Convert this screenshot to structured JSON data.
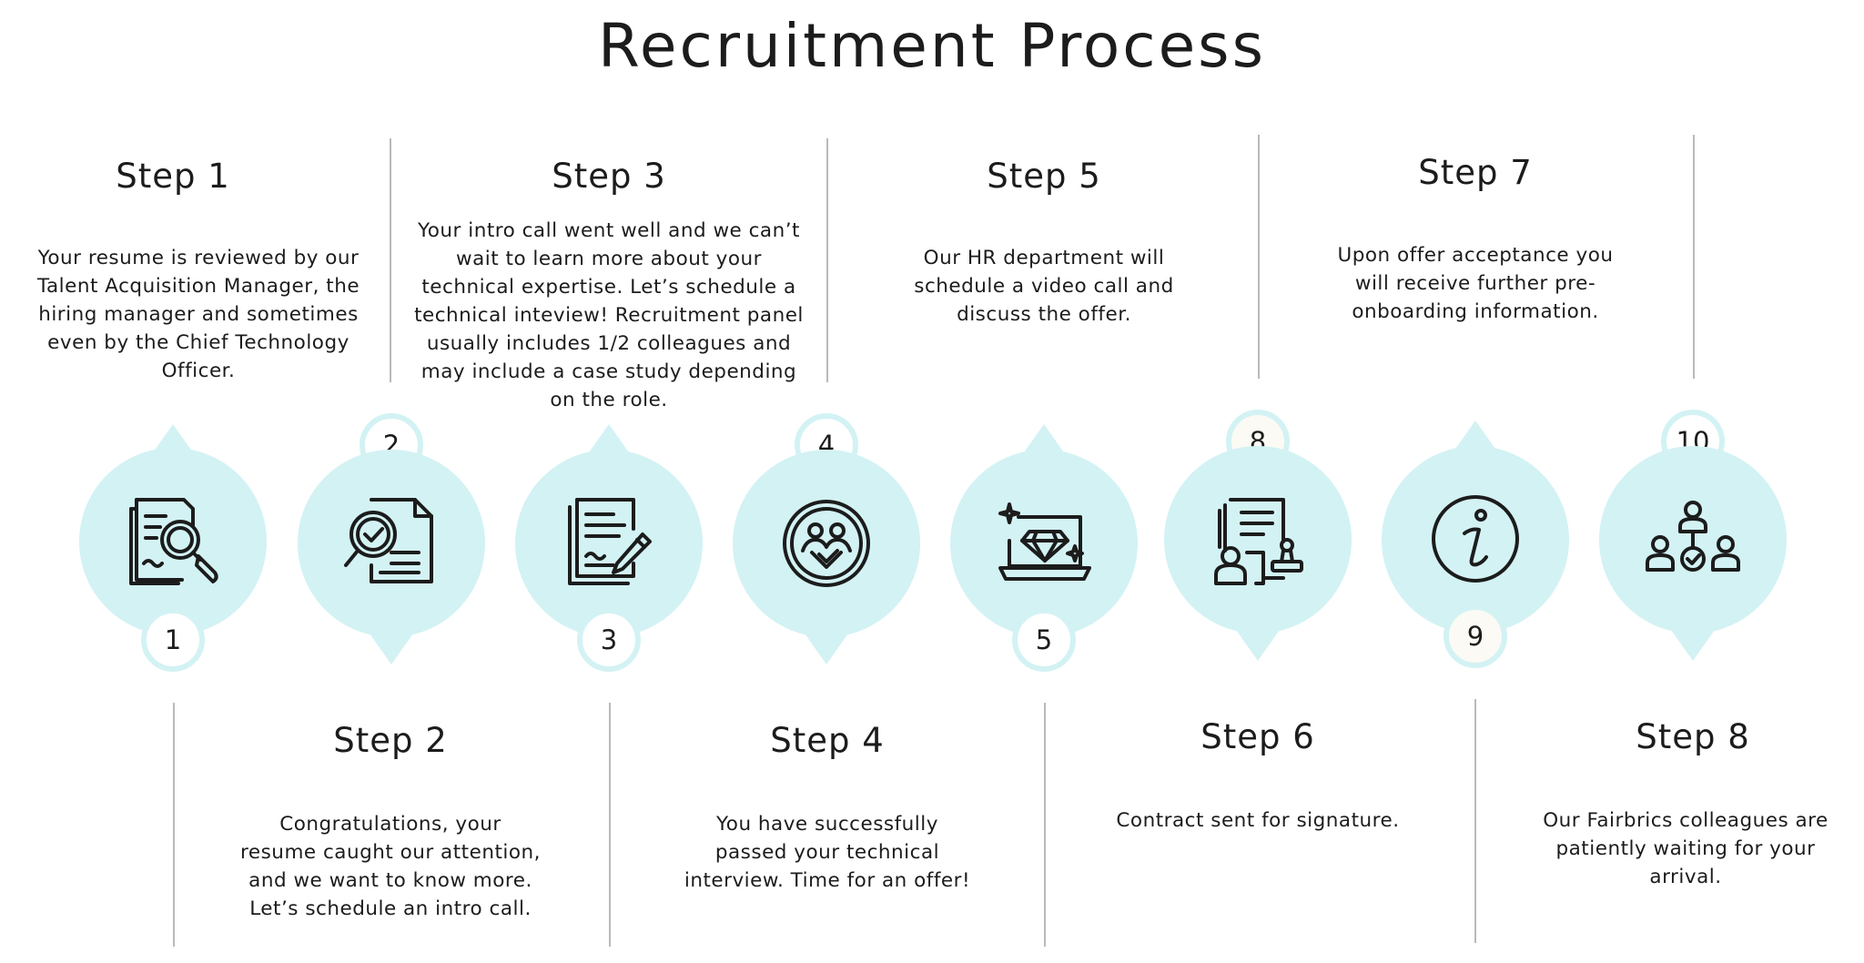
{
  "title": "Recruitment Process",
  "colors": {
    "bubble": "#d3f2f4",
    "divider": "#b9b9b9",
    "text": "#1c1c1c",
    "badge_alt": "#fbfaf4"
  },
  "steps": [
    {
      "heading": "Step 1",
      "text": [
        "Your resume is reviewed by our",
        "Talent Acquisition Manager, the",
        "hiring manager and sometimes",
        "even by the Chief Technology",
        "Officer."
      ]
    },
    {
      "heading": "Step 2",
      "text": [
        "Congratulations, your",
        "resume caught our attention,",
        "and we want  to know more.",
        "Let’s schedule an intro call."
      ]
    },
    {
      "heading": "Step 3",
      "text": [
        "Your intro call went well and we can’t",
        "wait to learn more about your",
        "technical expertise. Let’s schedule a",
        "technical inteview! Recruitment panel",
        "usually includes 1/2 colleagues and",
        "may include a case study depending",
        "on the role."
      ]
    },
    {
      "heading": "Step 4",
      "text": [
        "You have successfully",
        "passed your technical",
        "interview. Time for an offer!"
      ]
    },
    {
      "heading": "Step 5",
      "text": [
        "Our HR department will",
        "schedule a video call and",
        "discuss the offer."
      ]
    },
    {
      "heading": "Step 6",
      "text": [
        "Contract sent for signature."
      ]
    },
    {
      "heading": "Step 7",
      "text": [
        "Upon offer acceptance you",
        "will receive further pre-",
        "onboarding information."
      ]
    },
    {
      "heading": "Step 8",
      "text": [
        "Our Fairbrics colleagues are",
        "patiently waiting for your",
        "arrival."
      ]
    }
  ],
  "badges": [
    "1",
    "2",
    "3",
    "4",
    "5",
    "8",
    "9",
    "10"
  ],
  "icons": [
    "resume-search-icon",
    "document-check-icon",
    "document-sign-icon",
    "heart-people-icon",
    "laptop-diamond-icon",
    "contract-stamp-icon",
    "info-icon",
    "team-check-icon"
  ]
}
